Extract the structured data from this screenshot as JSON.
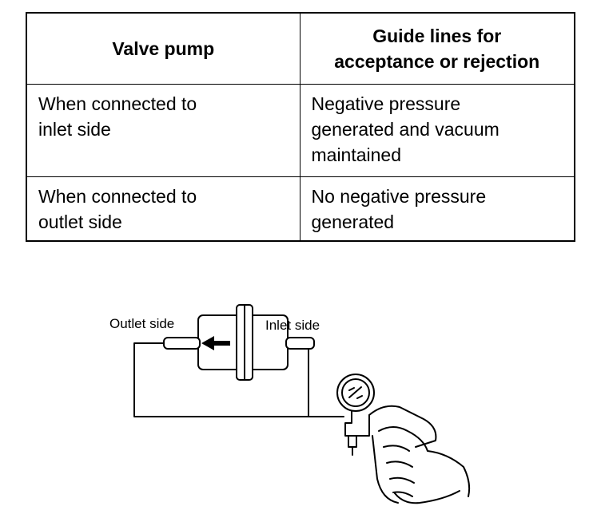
{
  "table": {
    "headers": [
      "Valve pump",
      "Guide lines for\nacceptance or rejection"
    ],
    "rows": [
      [
        "When connected to\ninlet side",
        "Negative pressure\ngenerated and vacuum\nmaintained"
      ],
      [
        "When connected to\noutlet side",
        "No negative pressure\ngenerated"
      ]
    ]
  },
  "diagram": {
    "outlet_label": "Outlet side",
    "inlet_label": "Inlet side"
  }
}
